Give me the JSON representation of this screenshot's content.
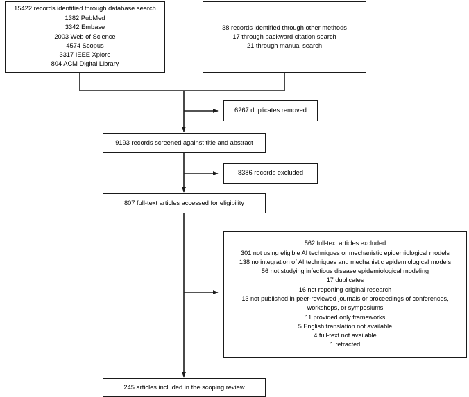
{
  "diagram": {
    "type": "prisma-flow-diagram",
    "title": "PRISMA study selection flow diagram",
    "line_color": "#1a1a1a",
    "background": "#ffffff",
    "nodes": {
      "database_search": {
        "name": "records-identified-database-search",
        "lines": [
          "15422 records identified through database search",
          "1382 PubMed",
          "3342 Embase",
          "2003 Web of Science",
          "4574 Scopus",
          "3317 IEEE Xplore",
          "804 ACM Digital Library"
        ],
        "total": 15422,
        "sources": [
          {
            "label": "PubMed",
            "count": 1382
          },
          {
            "label": "Embase",
            "count": 3342
          },
          {
            "label": "Web of Science",
            "count": 2003
          },
          {
            "label": "Scopus",
            "count": 4574
          },
          {
            "label": "IEEE Xplore",
            "count": 3317
          },
          {
            "label": "ACM Digital Library",
            "count": 804
          }
        ]
      },
      "other_methods": {
        "name": "records-identified-other-methods",
        "lines": [
          "38 records identified through other methods",
          "17 through backward citation search",
          "21 through manual search"
        ],
        "total": 38,
        "sources": [
          {
            "label": "through backward citation search",
            "count": 17
          },
          {
            "label": "through manual search",
            "count": 21
          }
        ]
      },
      "duplicates_removed": {
        "name": "duplicates-removed",
        "lines": [
          "6267 duplicates removed"
        ],
        "count": 6267
      },
      "records_screened": {
        "name": "records-screened",
        "lines": [
          "9193 records screened against title and abstract"
        ],
        "count": 9193
      },
      "records_excluded": {
        "name": "records-excluded",
        "lines": [
          "8386 records excluded"
        ],
        "count": 8386
      },
      "fulltext_assessed": {
        "name": "full-text-articles-assessed",
        "lines": [
          "807 full-text articles accessed for eligibility"
        ],
        "count": 807
      },
      "fulltext_excluded": {
        "name": "full-text-articles-excluded",
        "count": 562,
        "lines": [
          "562 full-text articles excluded",
          "301 not using eligible AI techniques or mechanistic epidemiological models",
          "138 no integration of AI techniques and mechanistic epidemiological models",
          "56 not studying infectious disease epidemiological modeling",
          "17 duplicates",
          "16 not reporting original research",
          "13 not published in peer-reviewed journals or proceedings of conferences, workshops, or symposiums",
          "11 provided only frameworks",
          "5 English translation not available",
          "4 full-text not available",
          "1 retracted"
        ],
        "reasons": [
          {
            "count": 301,
            "reason": "not using eligible AI techniques or mechanistic epidemiological models"
          },
          {
            "count": 138,
            "reason": "no integration of AI techniques and mechanistic epidemiological models"
          },
          {
            "count": 56,
            "reason": "not studying infectious disease epidemiological modeling"
          },
          {
            "count": 17,
            "reason": "duplicates"
          },
          {
            "count": 16,
            "reason": "not reporting original research"
          },
          {
            "count": 13,
            "reason": "not published in peer-reviewed journals or proceedings of conferences, workshops, or symposiums"
          },
          {
            "count": 11,
            "reason": "provided only frameworks"
          },
          {
            "count": 5,
            "reason": "English translation not available"
          },
          {
            "count": 4,
            "reason": "full-text not available"
          },
          {
            "count": 1,
            "reason": "retracted"
          }
        ]
      },
      "included": {
        "name": "articles-included",
        "lines": [
          "245 articles included in the scoping review"
        ],
        "count": 245
      }
    }
  }
}
